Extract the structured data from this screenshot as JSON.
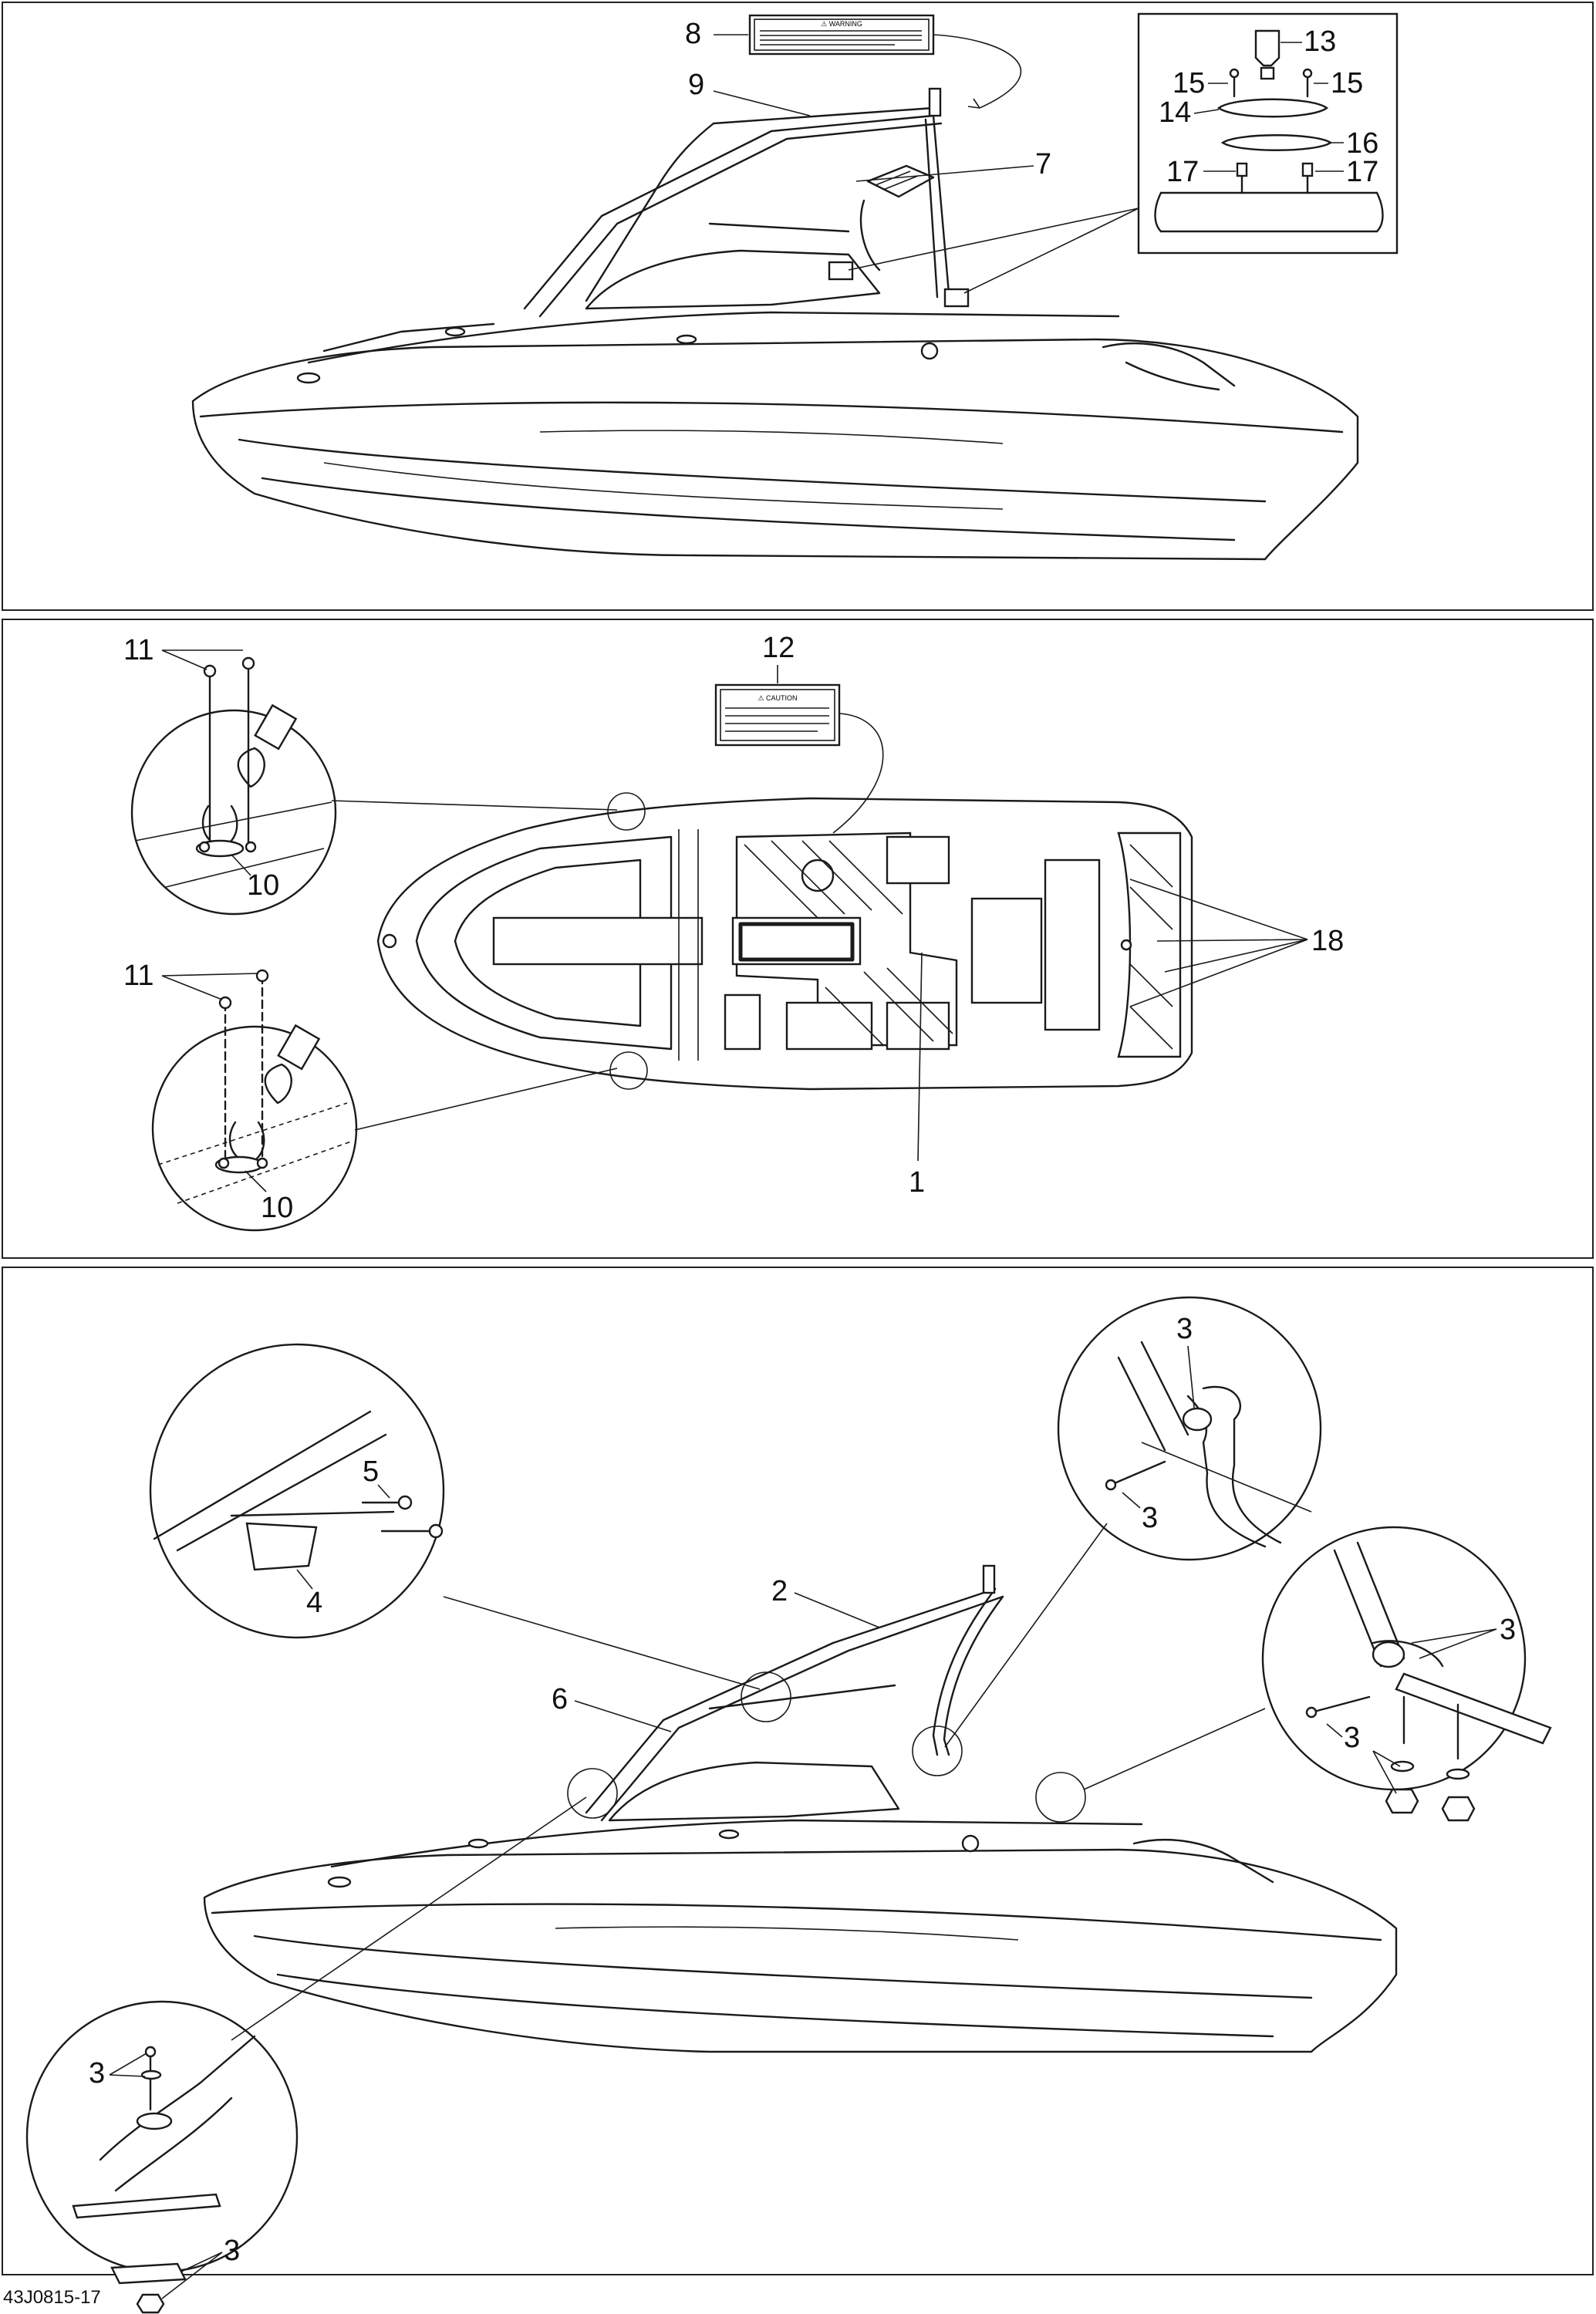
{
  "figure": {
    "code": "43J0815-17"
  },
  "callouts": {
    "c1": "1",
    "c2": "2",
    "c3": "3",
    "c4": "4",
    "c5": "5",
    "c6": "6",
    "c7": "7",
    "c8": "8",
    "c9": "9",
    "c10": "10",
    "c11": "11",
    "c12": "12",
    "c13": "13",
    "c14": "14",
    "c15": "15",
    "c16": "16",
    "c17": "17",
    "c18": "18"
  },
  "decals": {
    "warning_header": "⚠ WARNING",
    "caution_header": "⚠ CAUTION"
  }
}
